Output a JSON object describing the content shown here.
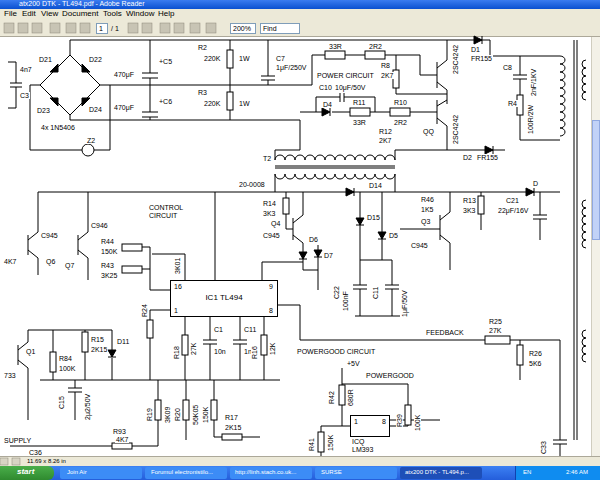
{
  "diagram": {
    "nodes": [
      {
        "text": [
          "IC1 TL494"
        ]
      },
      {
        "text": [
          "ICQ LM393"
        ]
      }
    ],
    "labels": [
      "atx200 DTK - TL494.pdf - Adobe Reader",
      "File",
      "Edit",
      "View",
      "Document",
      "Tools",
      "Window",
      "Help",
      "1",
      "/ 1",
      "200%",
      "Find",
      "4n7",
      "C3",
      "D21",
      "D22",
      "D23",
      "D24",
      "4x 1N5406",
      "Z2",
      "470μF",
      "+C5",
      "470μF",
      "+C6",
      "R2",
      "220K",
      "1W",
      "R3",
      "220K",
      "1W",
      "C7",
      "1μF/250V",
      "POWER CIRCUIT",
      "33R",
      "2R2",
      "R8",
      "2K7",
      "2SC4242",
      "D1",
      "FR155",
      "C8",
      "2nF/1KV",
      "R4",
      "100R/2W",
      "C10",
      "10μF/50V",
      "D4",
      "R11",
      "33R",
      "R10",
      "2R2",
      "R12",
      "2K7",
      "QQ",
      "2SC4242",
      "D2",
      "FR155",
      "T2",
      "20-0008",
      "CONTROL CIRCUIT",
      "R14",
      "3K3",
      "D14",
      "R46",
      "1K5",
      "R13",
      "3K3",
      "C21",
      "22μF/16V",
      "D",
      "Q4",
      "C945",
      "D6",
      "D15",
      "D5",
      "Q3",
      "C945",
      "D7",
      "C22",
      "100nF",
      "C11",
      "1μF/50V",
      "C945",
      "Q6",
      "C946",
      "Q7",
      "R44",
      "150K",
      "R43",
      "3K25",
      "4K7",
      "16",
      "9",
      "1",
      "8",
      "R24",
      "3K01",
      "R18",
      "27K",
      "C1",
      "10n",
      "C11",
      "1n5",
      "R16",
      "12K",
      "FEEDBACK",
      "R25",
      "27K",
      "R26",
      "5K6",
      "Q1",
      "733",
      "R15",
      "2K15",
      "R84",
      "100K",
      "C15",
      "2μ2/50V",
      "D11",
      "POWERGOOD CIRCUIT",
      "+5V",
      "POWERGOOD",
      "R42",
      "680R",
      "R41",
      "150K",
      "1",
      "8",
      "R39",
      "100K",
      "R19",
      "3K09",
      "R20",
      "56K05",
      "150K",
      "R17",
      "2K15",
      "SUPPLY",
      "R93",
      "4K7",
      "C36",
      "C33",
      "11.69 x 8.26 in",
      "start",
      "Join Air",
      "Forumul electronistilo...",
      "http://linh.stach.co.uk...",
      "SURSE",
      "atx200 DTK - TL494.p...",
      "EN",
      "2:46 AM"
    ]
  }
}
